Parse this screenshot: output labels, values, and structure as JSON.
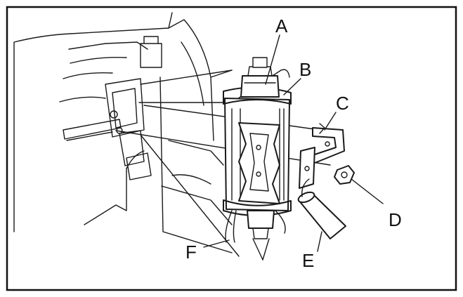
{
  "callouts": {
    "a": "A",
    "b": "B",
    "c": "C",
    "d": "D",
    "e": "E",
    "f": "F"
  },
  "colors": {
    "line": "#1a1a1a",
    "frame": "#111111",
    "background": "#ffffff"
  }
}
